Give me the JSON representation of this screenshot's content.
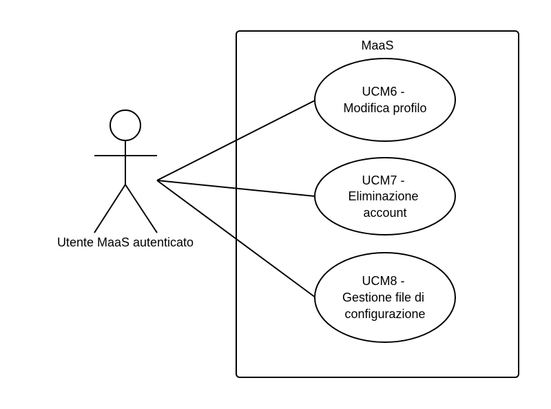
{
  "system": {
    "title": "MaaS"
  },
  "actor": {
    "label": "Utente MaaS autenticato"
  },
  "use_cases": [
    {
      "lines": [
        "UCM6 -",
        "Modifica profilo"
      ]
    },
    {
      "lines": [
        "UCM7 -",
        "Eliminazione",
        "account"
      ]
    },
    {
      "lines": [
        "UCM8 -",
        "Gestione file di",
        "configurazione"
      ]
    }
  ],
  "colors": {
    "stroke": "#000000",
    "background": "#ffffff"
  }
}
